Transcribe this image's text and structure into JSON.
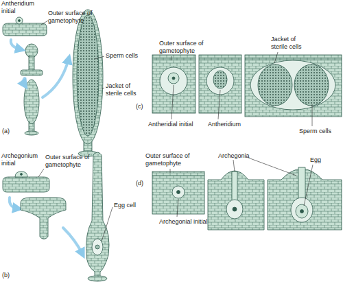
{
  "diagram": {
    "labels": [
      "Antheridium initial",
      "Outer surface of gametophyte",
      "Sperm cells",
      "Jacket of sterile cells",
      "(a)",
      "Archegonium initial",
      "Outer surface of gametophyte",
      "Egg cell",
      "(b)",
      "Outer surface of gametophyte",
      "Jacket of sterile cells",
      "(c)",
      "Antheridial initial",
      "Antheridium",
      "Sperm cells",
      "Outer surface of gametophyte",
      "Archegonia",
      "Egg",
      "(d)",
      "Archegonial initial"
    ]
  }
}
